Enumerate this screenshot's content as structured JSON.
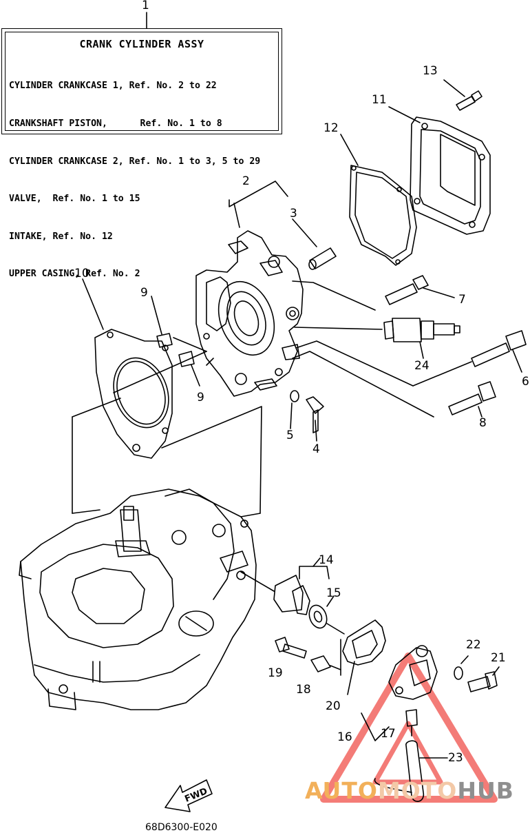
{
  "assy_box": {
    "title": "CRANK CYLINDER ASSY",
    "lines": [
      "CYLINDER CRANKCASE 1, Ref. No. 2 to 22",
      "CRANKSHAFT PISTON,      Ref. No. 1 to 8",
      "CYLINDER CRANKCASE 2, Ref. No. 1 to 3, 5 to 29",
      "VALVE,  Ref. No. 1 to 15",
      "INTAKE, Ref. No. 12",
      "UPPER CASING, Ref. No. 2"
    ]
  },
  "callouts": {
    "c1": "1",
    "c2": "2",
    "c3": "3",
    "c4": "4",
    "c5": "5",
    "c6": "6",
    "c7": "7",
    "c8": "8",
    "c9a": "9",
    "c9b": "9",
    "c10": "10",
    "c11": "11",
    "c12": "12",
    "c13": "13",
    "c14": "14",
    "c15": "15",
    "c16": "16",
    "c17": "17",
    "c18": "18",
    "c19": "19",
    "c20": "20",
    "c21": "21",
    "c22": "22",
    "c23": "23",
    "c24": "24"
  },
  "fwd_label": "FWD",
  "diagram_code": "68D6300-E020",
  "watermark": {
    "part1": "AUTO",
    "part2": "MOTO",
    "part3": "HUB",
    "triangle_color": "#f0504a"
  }
}
